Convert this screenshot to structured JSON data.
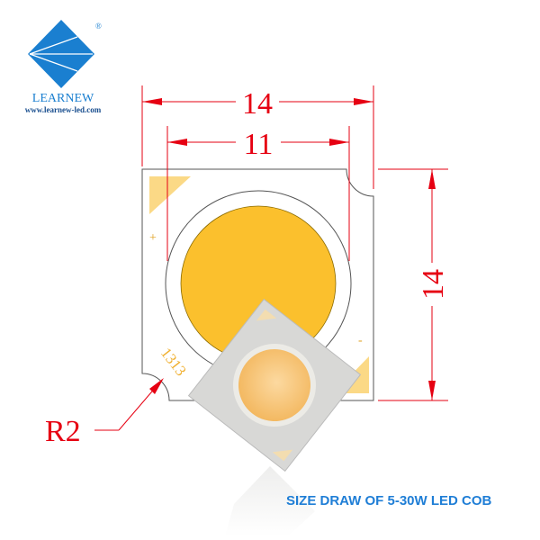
{
  "logo": {
    "brand": "LEARNEW",
    "url": "www.learnew-led.com",
    "registered": "®",
    "color": "#1a7fd0"
  },
  "dimensions": {
    "outer_width": "14",
    "emitter_diameter": "11",
    "outer_height": "14",
    "corner_radius": "R2"
  },
  "board": {
    "model": "1313",
    "plus": "+",
    "minus": "-"
  },
  "colors": {
    "dimension_lines": "#e60012",
    "emitter": "#fbc02d",
    "pads": "#fbd986",
    "caption": "#1f7ed6"
  },
  "caption": "SIZE DRAW OF 5-30W LED COB"
}
